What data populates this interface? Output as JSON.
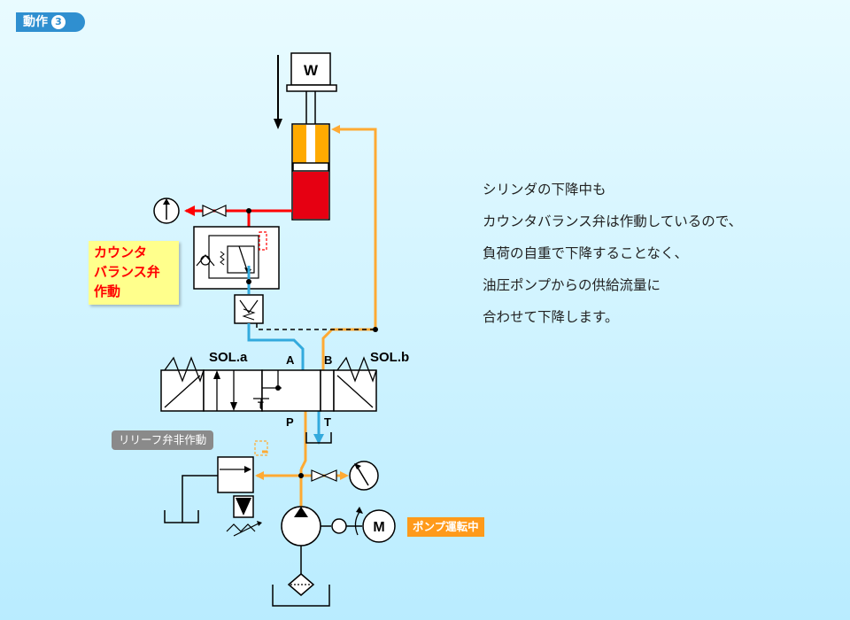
{
  "header": {
    "title": "動作",
    "step": "3"
  },
  "description": [
    "シリンダの下降中も",
    "カウンタバランス弁は作動しているので、",
    "負荷の自重で下降することなく、",
    "油圧ポンプからの供給流量に",
    "合わせて下降します。"
  ],
  "callouts": {
    "counter_balance": [
      "カウンタ",
      "バランス弁",
      "作動"
    ],
    "relief": "リリーフ弁非作動",
    "pump": "ポンプ運転中"
  },
  "labels": {
    "load": "W",
    "sol_a": "SOL.a",
    "sol_b": "SOL.b",
    "port_a": "A",
    "port_b": "B",
    "port_p": "P",
    "port_t": "T",
    "valve_t": "T",
    "motor": "M"
  },
  "colors": {
    "pressure_red": "#ff0000",
    "supply_orange": "#ffaa33",
    "return_blue": "#33aadd",
    "cylinder_fill": "#ffaa00"
  }
}
